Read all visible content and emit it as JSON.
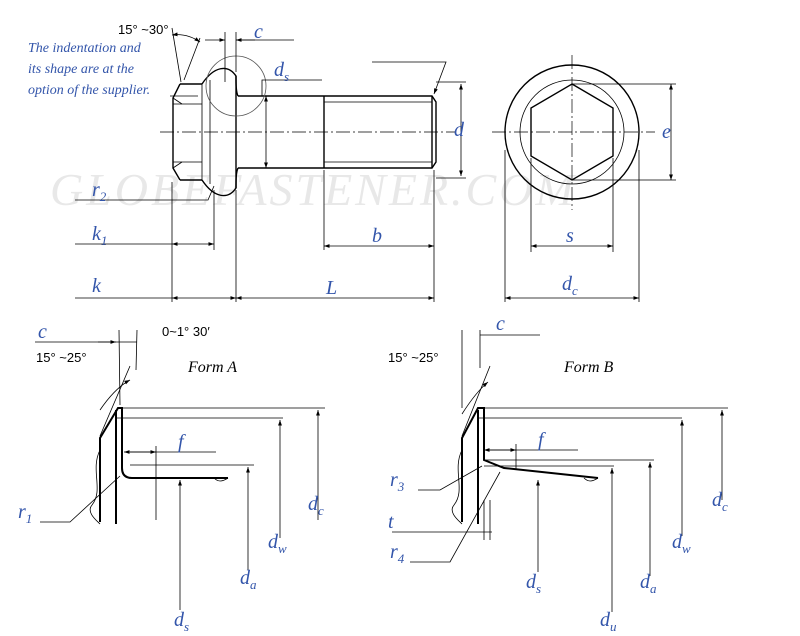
{
  "note": [
    "The indentation and",
    "its shape are at the",
    "option of the supplier."
  ],
  "watermark": "GLOBEFASTENER.COM",
  "angles": {
    "head_chamfer": "15° ~30°",
    "form_a_chamfer": "15° ~25°",
    "form_a_under_head": "0~1° 30′",
    "form_b_chamfer": "15° ~25°"
  },
  "titles": {
    "form_a": "Form A",
    "form_b": "Form B"
  },
  "labels": {
    "c": "c",
    "d": "d",
    "e": "e",
    "s": "s",
    "b": "b",
    "L": "L",
    "k": "k",
    "ds": {
      "base": "d",
      "sub": "s"
    },
    "r2": {
      "base": "r",
      "sub": "2"
    },
    "k1": {
      "base": "k",
      "sub": "1"
    },
    "dc": {
      "base": "d",
      "sub": "c"
    },
    "form_a": {
      "c": "c",
      "f": "f",
      "r1": {
        "base": "r",
        "sub": "1"
      },
      "dc": {
        "base": "d",
        "sub": "c"
      },
      "dw": {
        "base": "d",
        "sub": "w"
      },
      "da": {
        "base": "d",
        "sub": "a"
      },
      "ds": {
        "base": "d",
        "sub": "s"
      }
    },
    "form_b": {
      "c": "c",
      "f": "f",
      "t": "t",
      "r3": {
        "base": "r",
        "sub": "3"
      },
      "r4": {
        "base": "r",
        "sub": "4"
      },
      "dc": {
        "base": "d",
        "sub": "c"
      },
      "dw": {
        "base": "d",
        "sub": "w"
      },
      "da": {
        "base": "d",
        "sub": "a"
      },
      "ds": {
        "base": "d",
        "sub": "s"
      },
      "du": {
        "base": "d",
        "sub": "u"
      }
    }
  }
}
